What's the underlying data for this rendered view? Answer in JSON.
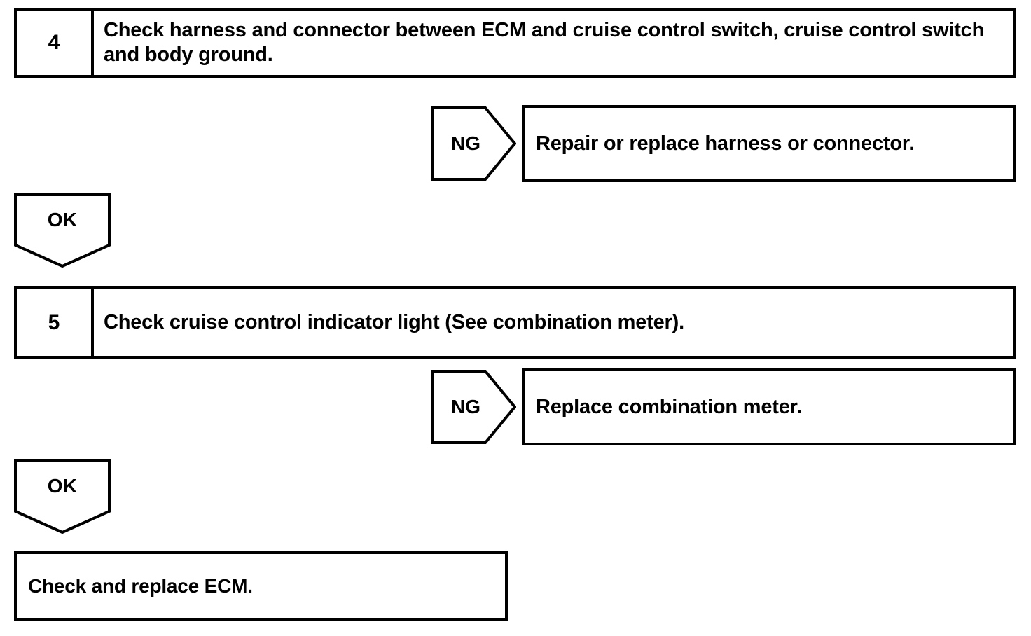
{
  "diagram": {
    "type": "troubleshooting-flowchart",
    "line_color": "#000000",
    "background_color": "#ffffff",
    "steps": [
      {
        "number": "4",
        "text": "Check harness and connector between ECM and cruise control switch, cruise control switch and body ground."
      },
      {
        "number": "5",
        "text": "Check cruise control indicator light (See combination meter)."
      }
    ],
    "branches": [
      {
        "label": "NG",
        "result": "Repair or replace harness or connector."
      },
      {
        "label": "OK"
      },
      {
        "label": "NG",
        "result": "Replace combination meter."
      },
      {
        "label": "OK"
      }
    ],
    "final_result": "Check and replace ECM."
  }
}
